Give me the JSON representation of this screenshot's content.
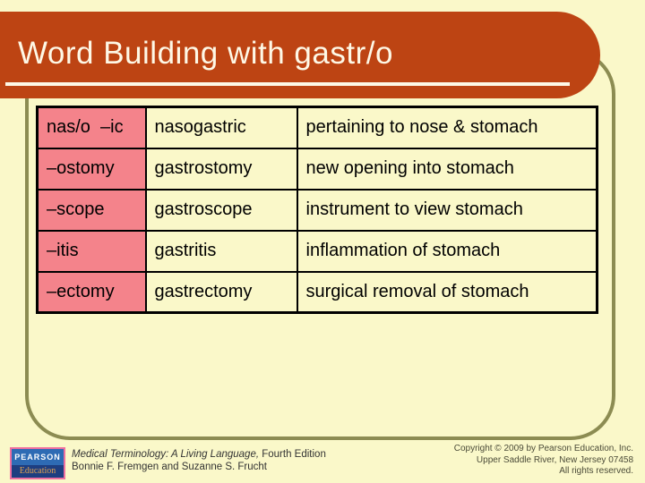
{
  "slide": {
    "title": "Word Building with gastr/o"
  },
  "table": {
    "rows": [
      {
        "part": "nas/o  –ic",
        "term": "nasogastric",
        "definition": "pertaining to nose & stomach"
      },
      {
        "part": "–ostomy",
        "term": "gastrostomy",
        "definition": "new opening into stomach"
      },
      {
        "part": "–scope",
        "term": "gastroscope",
        "definition": "instrument to view stomach"
      },
      {
        "part": "–itis",
        "term": "gastritis",
        "definition": "inflammation of stomach"
      },
      {
        "part": "–ectomy",
        "term": "gastrectomy",
        "definition": "surgical removal of stomach"
      }
    ]
  },
  "footer": {
    "logo_line1": "PEARSON",
    "logo_line2": "Education",
    "book_title_italic": "Medical Terminology: A Living Language,",
    "book_title_rest": " Fourth Edition",
    "authors": "Bonnie F. Fremgen and Suzanne S. Frucht"
  },
  "copyright": {
    "line1": "Copyright © 2009 by Pearson Education, Inc.",
    "line2": "Upper Saddle River, New Jersey 07458",
    "line3": "All rights reserved."
  },
  "colors": {
    "background": "#FAF8C9",
    "title_bar": "#BD4413",
    "title_text": "#FEF8E6",
    "frame_border": "#8C8C52",
    "highlight_cell": "#F4838B",
    "table_border": "#000000",
    "logo_blue": "#2E6BB4",
    "logo_dark_blue": "#1E3E80",
    "logo_pink_border": "#EE6FA0",
    "logo_education_text": "#DFA050",
    "footer_text": "#333333",
    "copyright_text": "#4B4B38"
  }
}
